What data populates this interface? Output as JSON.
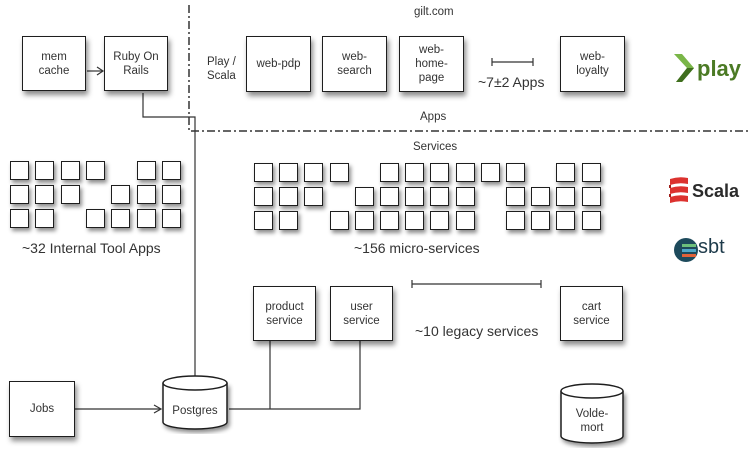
{
  "apps_area": {
    "domain_label": "gilt.com",
    "stack_label": "Play /\nScala",
    "apps_label": "Apps",
    "count_label": "~7±2 Apps",
    "apps": [
      "web-pdp",
      "web-\nsearch",
      "web-\nhome-\npage",
      "web-\nloyalty"
    ]
  },
  "legacy_apps": {
    "memcache": "mem\ncache",
    "rails": "Ruby On\nRails"
  },
  "internal_tools": {
    "label": "~32 Internal Tool Apps",
    "grid": [
      [
        0,
        1,
        2,
        3,
        5,
        6
      ],
      [
        0,
        1,
        2,
        4,
        5,
        6
      ],
      [
        0,
        1,
        3,
        4,
        5,
        6
      ]
    ]
  },
  "services_area": {
    "label": "Services",
    "micro_label": "~156 micro-services",
    "micro_grid": [
      [
        0,
        1,
        2,
        3,
        5,
        6,
        7,
        8,
        9,
        10,
        12,
        13
      ],
      [
        0,
        1,
        2,
        4,
        5,
        6,
        7,
        8,
        10,
        11,
        12,
        13
      ],
      [
        0,
        1,
        3,
        4,
        5,
        6,
        7,
        8,
        10,
        11,
        12,
        13
      ]
    ],
    "legacy_label": "~10 legacy services",
    "legacy_services": [
      "product\nservice",
      "user\nservice",
      "cart\nservice"
    ]
  },
  "storage": {
    "jobs": "Jobs",
    "postgres": "Postgres",
    "voldemort": "Volde-\nmort"
  },
  "logos": {
    "play": "play",
    "scala": "Scala",
    "sbt": "sbt",
    "play_color": "#5a8a2a",
    "scala_color": "#dc322f"
  }
}
